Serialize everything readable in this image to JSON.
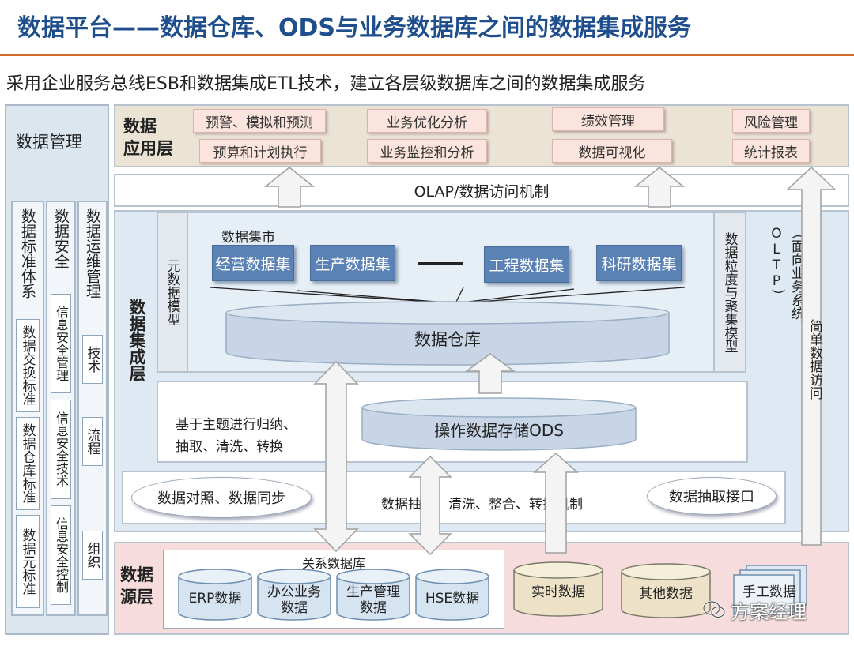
{
  "title": "数据平台——数据仓库、ODS与业务数据库之间的数据集成服务",
  "subtitle": "采用企业服务总线ESB和数据集成ETL技术，建立各层级数据库之间的数据集成服务",
  "left_panel": {
    "title": "数据管理",
    "col1": {
      "heading": "数据标准体系",
      "items": [
        "数据交换标准",
        "数据仓库标准",
        "数据元标准"
      ]
    },
    "col2": {
      "heading": "数据安全",
      "items": [
        "信息安全管理",
        "信息安全技术",
        "信息安全控制"
      ]
    },
    "col3": {
      "heading": "数据运维管理",
      "items": [
        "技术",
        "流程",
        "组织"
      ]
    }
  },
  "app_layer": {
    "label_line1": "数据",
    "label_line2": "应用层",
    "items": [
      "预警、模拟和预测",
      "预算和计划执行",
      "业务优化分析",
      "业务监控和分析",
      "绩效管理",
      "数据可视化",
      "风险管理",
      "统计报表"
    ]
  },
  "olap": "OLAP/数据访问机制",
  "integration_layer": {
    "label": "数据集成层",
    "meta_model": "元数据模型",
    "mart_title": "数据集市",
    "marts": [
      "经营数据集",
      "生产数据集",
      "工程数据集",
      "科研数据集"
    ],
    "warehouse": "数据仓库",
    "granularity": "数据粒度与聚集模型",
    "oltp": "（面向业务系统、OLTP）",
    "simple_access": "简单数据访问",
    "ods_text_line1": "基于主题进行归纳、",
    "ods_text_line2": "抽取、清洗、转换",
    "ods": "操作数据存储ODS",
    "compare": "数据对照、数据同步",
    "etl": "数据抽取、清洗、整合、转换机制",
    "extract": "数据抽取接口"
  },
  "source_layer": {
    "label_line1": "数据",
    "label_line2": "源层",
    "rdb_title": "关系数据库",
    "rdb": [
      "ERP数据",
      "办公业务数据",
      "生产管理数据",
      "HSE数据"
    ],
    "realtime": "实时数据",
    "other": "其他数据",
    "manual": "手工数据"
  },
  "watermark": "方案经理",
  "colors": {
    "title": "#1f4e8c",
    "rule": "#d46a2a",
    "mart": "#5b82b4",
    "cylinder": "#c7d5e6"
  }
}
